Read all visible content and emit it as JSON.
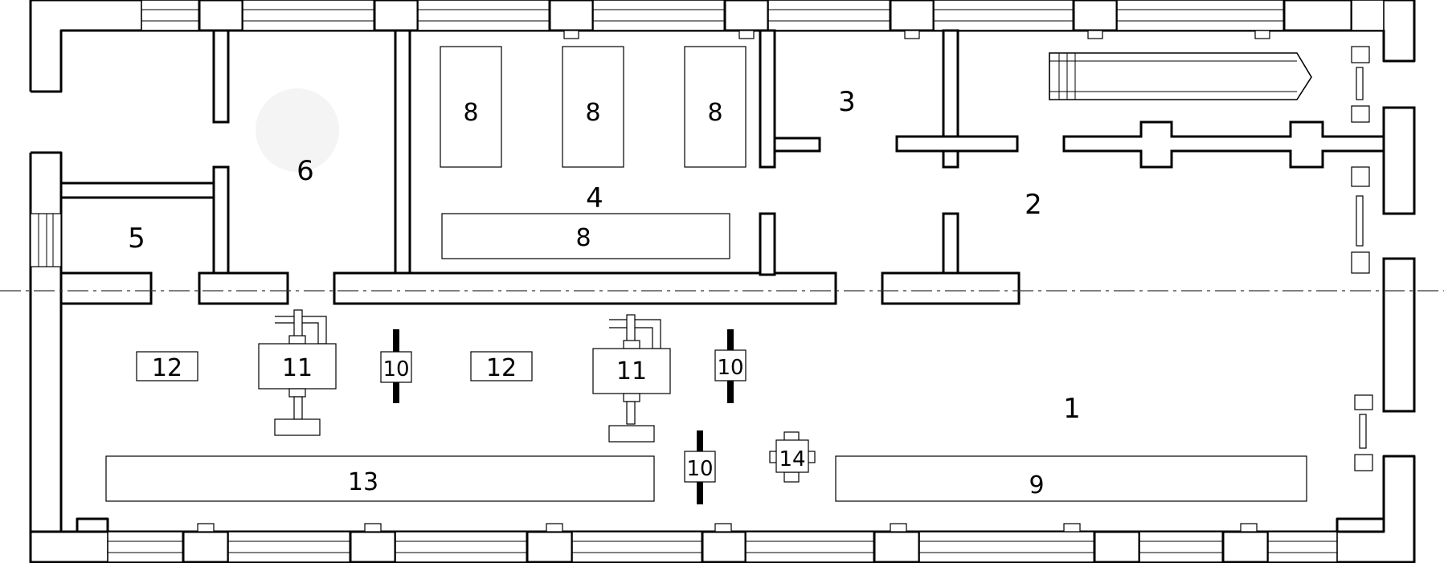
{
  "rooms": {
    "r1": "1",
    "r2": "2",
    "r3": "3",
    "r4": "4",
    "r5": "5",
    "r6": "6"
  },
  "equipment": {
    "e8a": "8",
    "e8b": "8",
    "e8c": "8",
    "e8d": "8",
    "e9": "9",
    "e10a": "10",
    "e10b": "10",
    "e10c": "10",
    "e11a": "11",
    "e11b": "11",
    "e12a": "12",
    "e12b": "12",
    "e13": "13",
    "e14": "14"
  }
}
